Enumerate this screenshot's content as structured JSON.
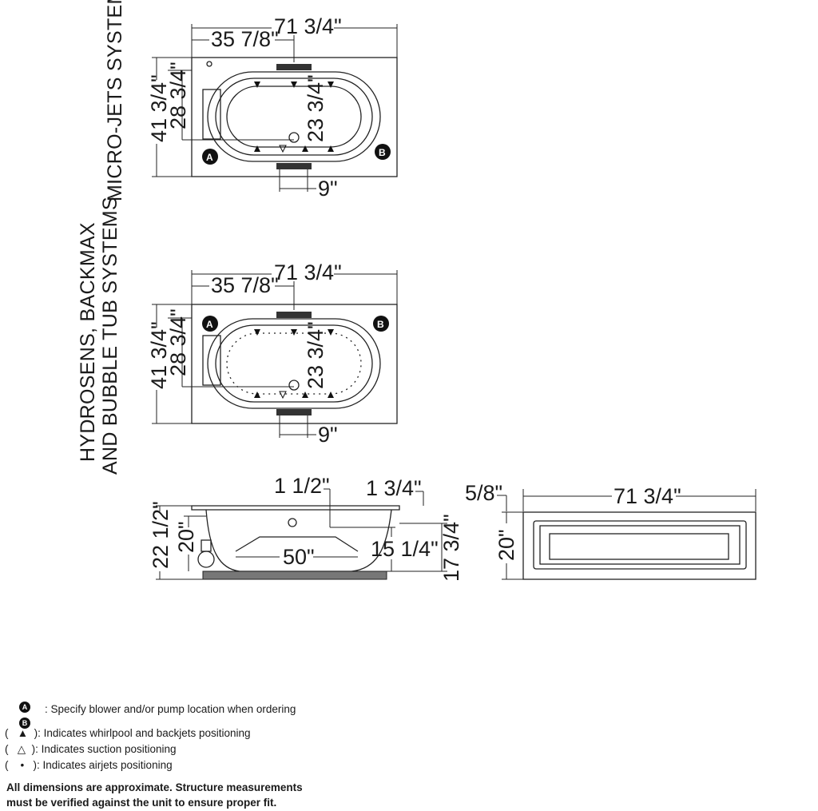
{
  "labels": {
    "system_top": "MICRO-JETS SYSTEM",
    "system_bottom_1": "HYDROSENS, BACKMAX",
    "system_bottom_2": "AND BUBBLE TUB SYSTEMS"
  },
  "plan_dimensions": {
    "length": "71 3/4\"",
    "half_length": "35 7/8\"",
    "width": "41 3/4\"",
    "inner_width": "28 3/4\"",
    "center_offset": "23 3/4\"",
    "drain_offset": "9\""
  },
  "elevation_dimensions": {
    "rim_1": "1 1/2\"",
    "rim_2": "1 3/4\"",
    "overall_height": "22 1/2\"",
    "height": "20\"",
    "bottom_length": "50\"",
    "depth": "15 1/4\"",
    "side_height": "17 3/4\""
  },
  "apron_dimensions": {
    "lip": "5/8\"",
    "length": "71 3/4\"",
    "height": "20\""
  },
  "markers": {
    "a": "A",
    "b": "B"
  },
  "legend": [
    {
      "symbol": "A/B",
      "text": ": Specify blower and/or pump location when ordering"
    },
    {
      "symbol": "▲",
      "text": "): Indicates whirlpool and backjets positioning"
    },
    {
      "symbol": "△",
      "text": "): Indicates suction positioning"
    },
    {
      "symbol": "•",
      "text": "): Indicates airjets positioning"
    }
  ],
  "note": "All dimensions are approximate. Structure measurements must be verified against the unit to ensure proper fit."
}
